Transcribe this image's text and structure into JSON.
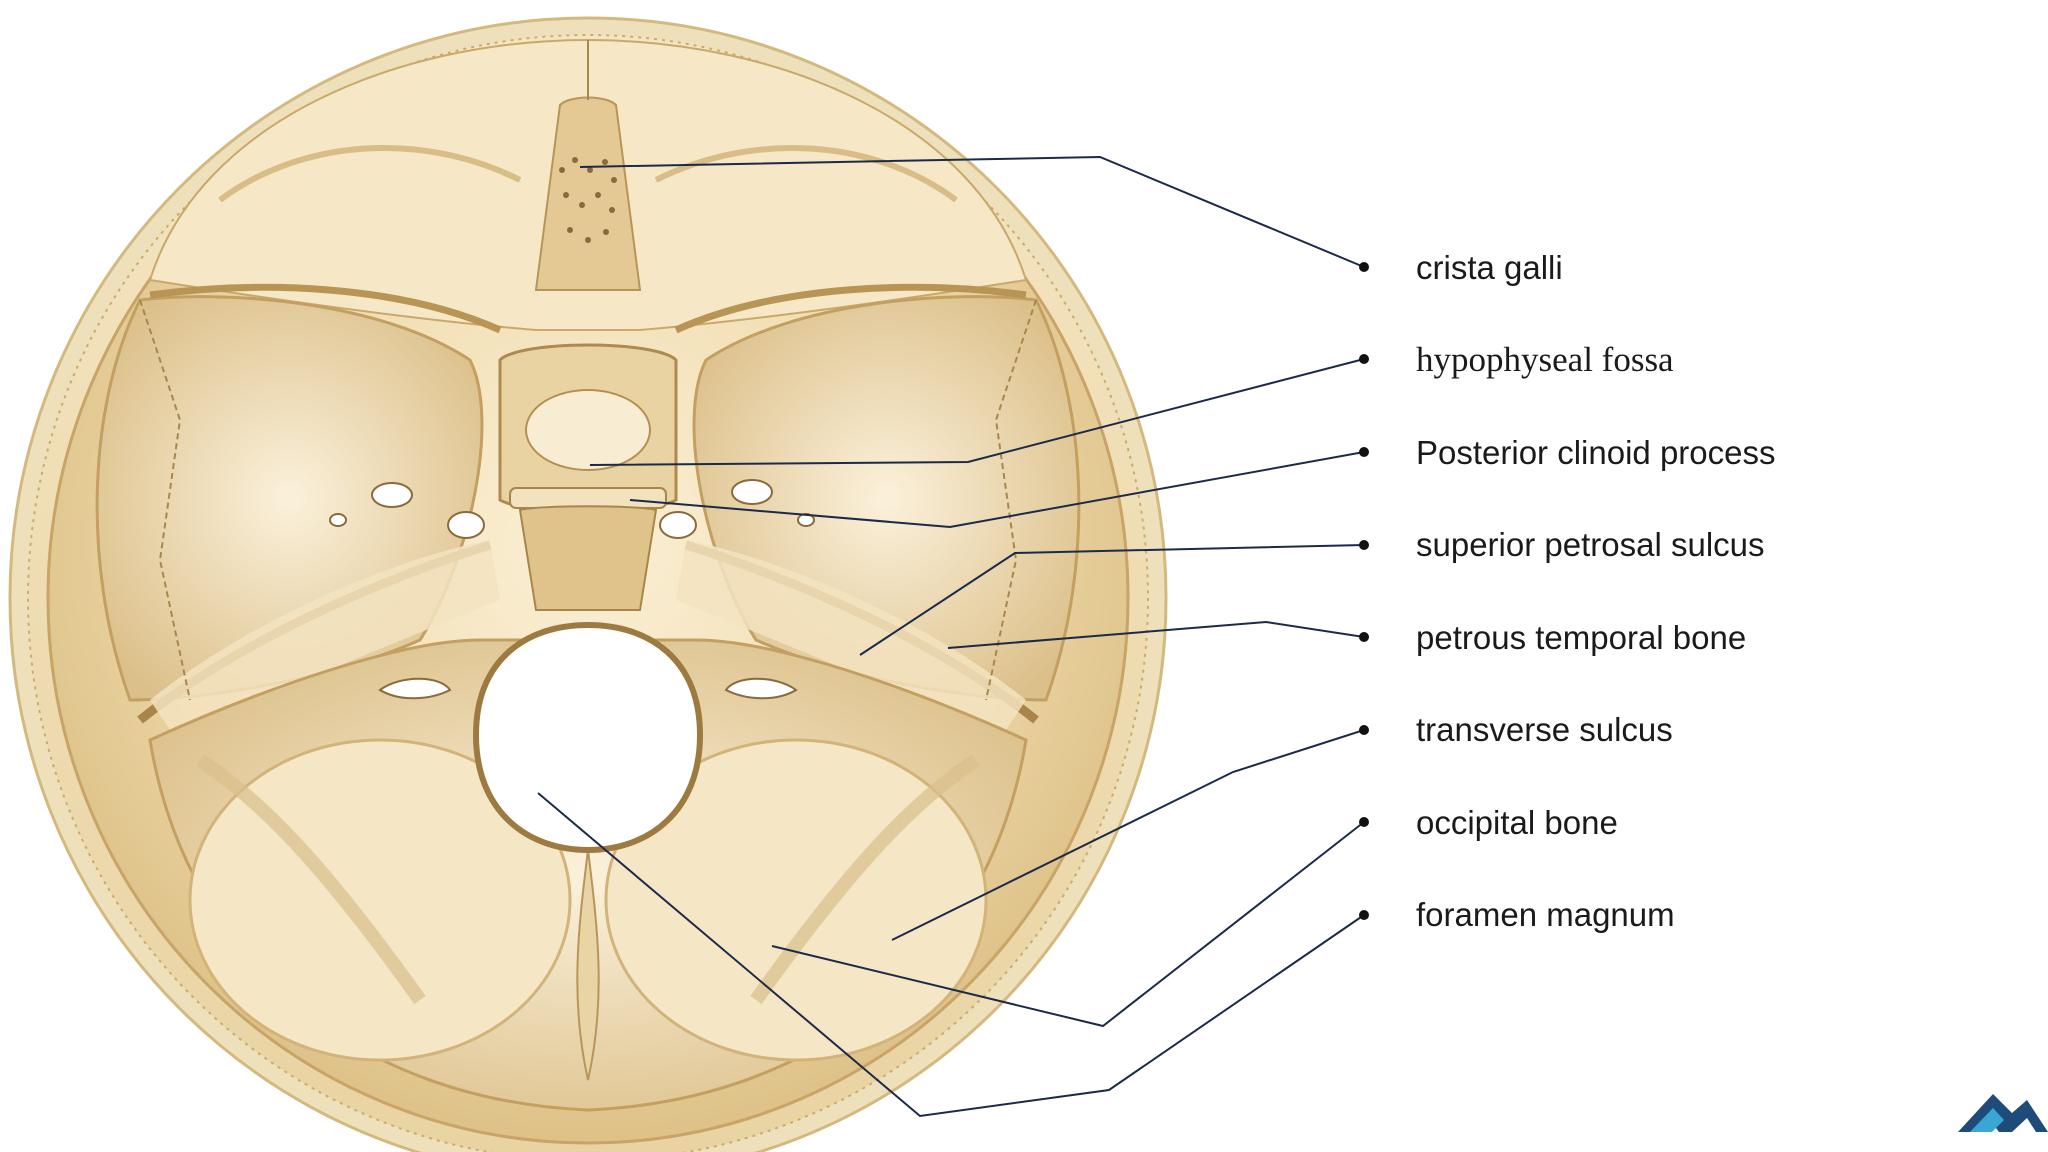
{
  "labels": {
    "crista_galli": "crista galli",
    "hypophyseal_fossa": "hypophyseal fossa",
    "posterior_clinoid_process": "Posterior clinoid process",
    "superior_petrosal_sulcus": "superior petrosal sulcus",
    "petrous_temporal_bone": "petrous temporal bone",
    "transverse_sulcus": "transverse sulcus",
    "occipital_bone": "occipital bone",
    "foramen_magnum": "foramen magnum"
  },
  "colors": {
    "bone_light": "#f5e6c4",
    "bone_mid": "#e8cf9a",
    "bone_dark": "#c9a868",
    "leader_line": "#1c2a4a",
    "logo_blue": "#1e4b7a",
    "logo_cyan": "#3aa6d6"
  },
  "logo": {
    "icon": "mountain-logo-icon"
  }
}
